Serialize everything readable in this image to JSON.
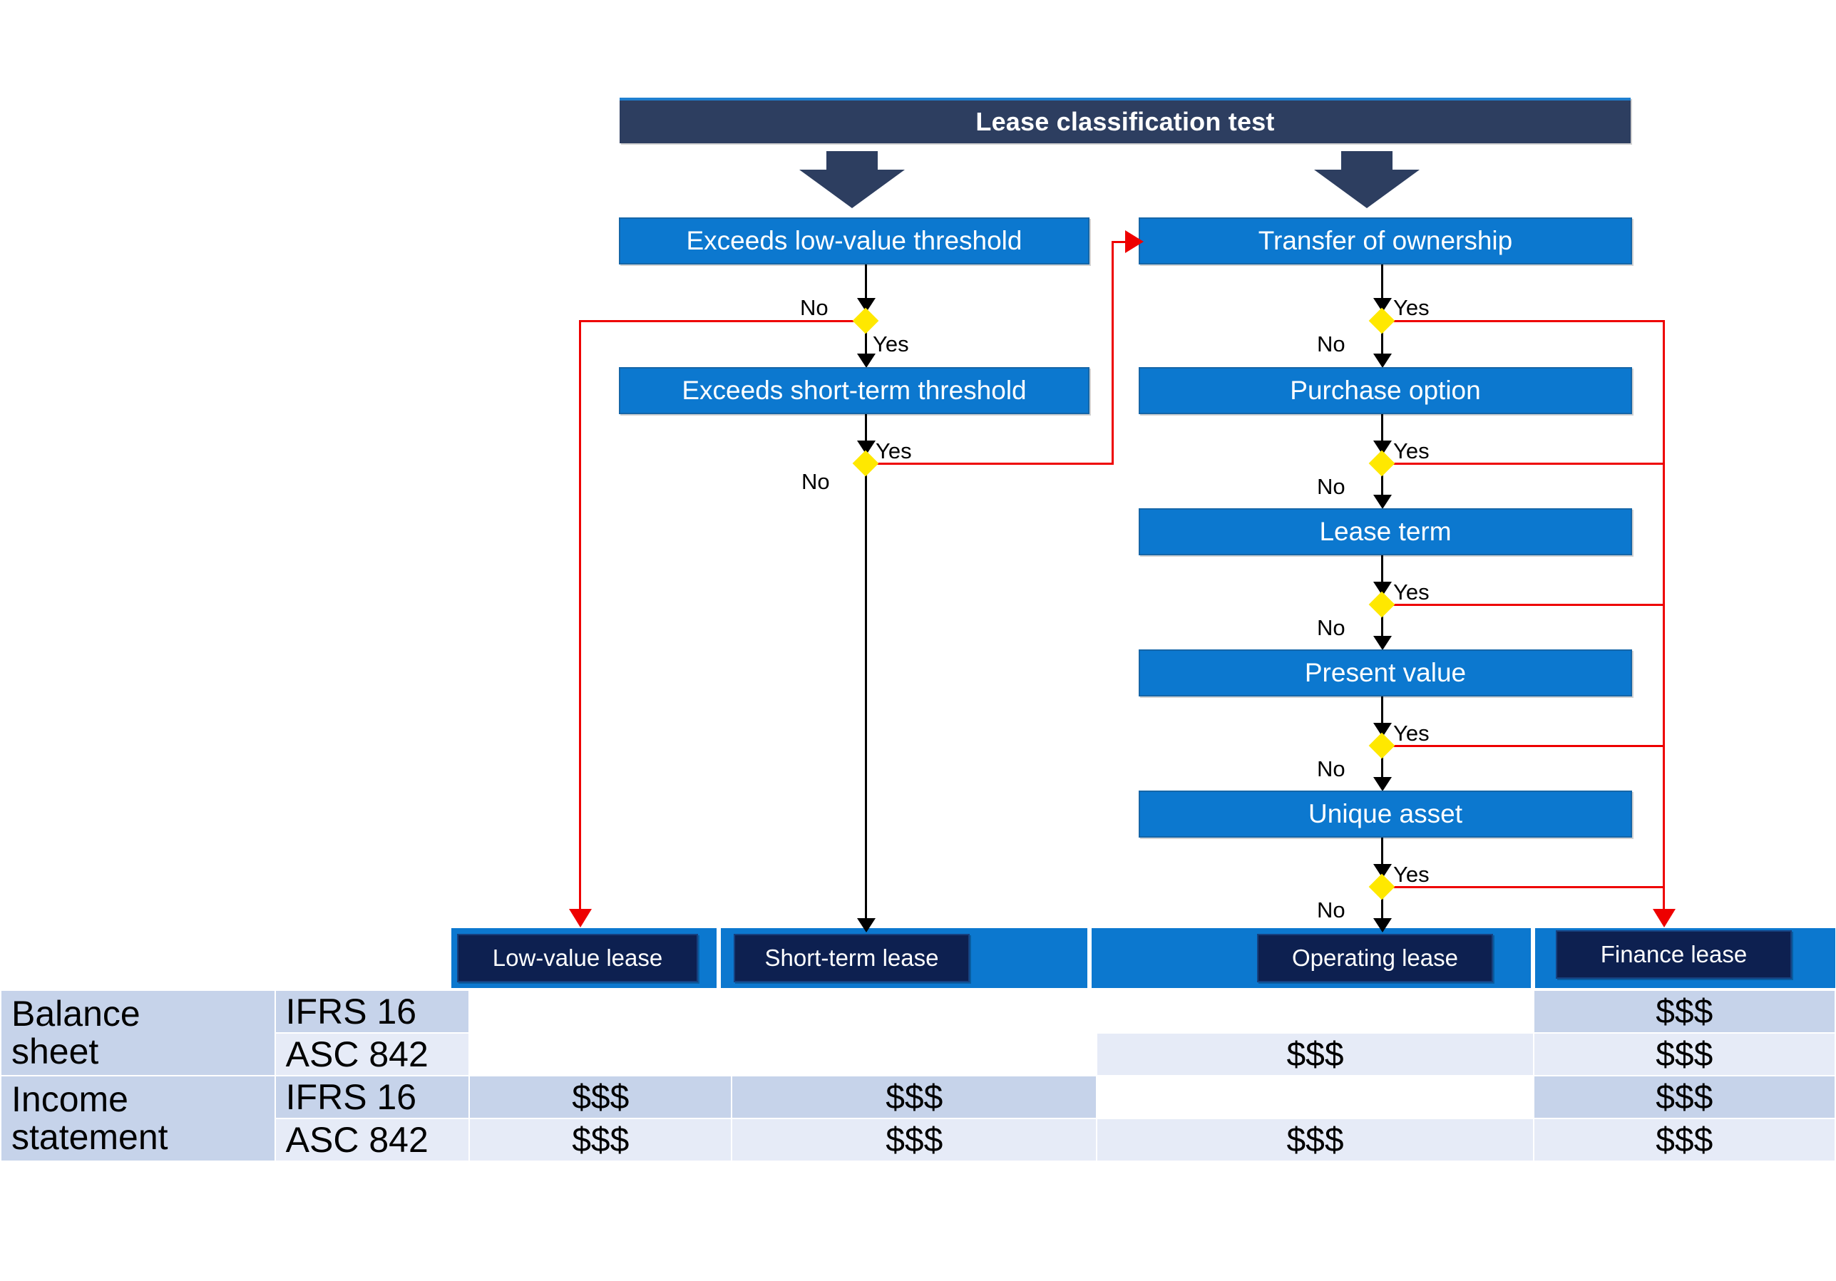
{
  "title": {
    "text": "Lease classification test"
  },
  "left_branch": {
    "nodes": [
      {
        "label": "Exceeds low-value threshold"
      },
      {
        "label": "Exceeds short-term threshold"
      }
    ],
    "decisions": [
      {
        "no": "No",
        "yes": "Yes"
      },
      {
        "yes": "Yes",
        "no": "No"
      }
    ]
  },
  "right_branch": {
    "nodes": [
      {
        "label": "Transfer of ownership"
      },
      {
        "label": "Purchase option"
      },
      {
        "label": "Lease term"
      },
      {
        "label": "Present value"
      },
      {
        "label": "Unique asset"
      }
    ],
    "decisions": [
      {
        "yes": "Yes",
        "no": "No"
      },
      {
        "yes": "Yes",
        "no": "No"
      },
      {
        "yes": "Yes",
        "no": "No"
      },
      {
        "yes": "Yes",
        "no": "No"
      },
      {
        "yes": "Yes",
        "no": "No"
      }
    ]
  },
  "results": [
    {
      "label": "Low-value lease"
    },
    {
      "label": "Short-term lease"
    },
    {
      "label": "Operating lease"
    },
    {
      "label": "Finance lease"
    }
  ],
  "table": {
    "groups": [
      {
        "name": "Balance\nsheet",
        "standards": [
          "IFRS 16",
          "ASC 842"
        ]
      },
      {
        "name": "Income\nstatement",
        "standards": [
          "IFRS 16",
          "ASC 842"
        ]
      }
    ],
    "columns": [
      "Low-value lease",
      "Short-term lease",
      "Operating lease",
      "Finance lease"
    ],
    "rows": [
      {
        "group": "Balance sheet",
        "standard": "IFRS 16",
        "values": [
          "",
          "",
          "",
          "$$$"
        ]
      },
      {
        "group": "Balance sheet",
        "standard": "ASC 842",
        "values": [
          "",
          "",
          "$$$",
          "$$$"
        ]
      },
      {
        "group": "Income statement",
        "standard": "IFRS 16",
        "values": [
          "$$$",
          "$$$",
          "",
          "$$$"
        ]
      },
      {
        "group": "Income statement",
        "standard": "ASC 842",
        "values": [
          "$$$",
          "$$$",
          "$$$",
          "$$$"
        ]
      }
    ],
    "money": "$$$"
  },
  "colors": {
    "title_navy": "#2d3e60",
    "process_blue": "#0c78cf",
    "result_navy": "#0d2050",
    "decision_yellow": "#ffe800",
    "yes_path_red": "#ee0000",
    "table_band_a": "#c6d3ea",
    "table_band_b": "#e6ebf7"
  }
}
